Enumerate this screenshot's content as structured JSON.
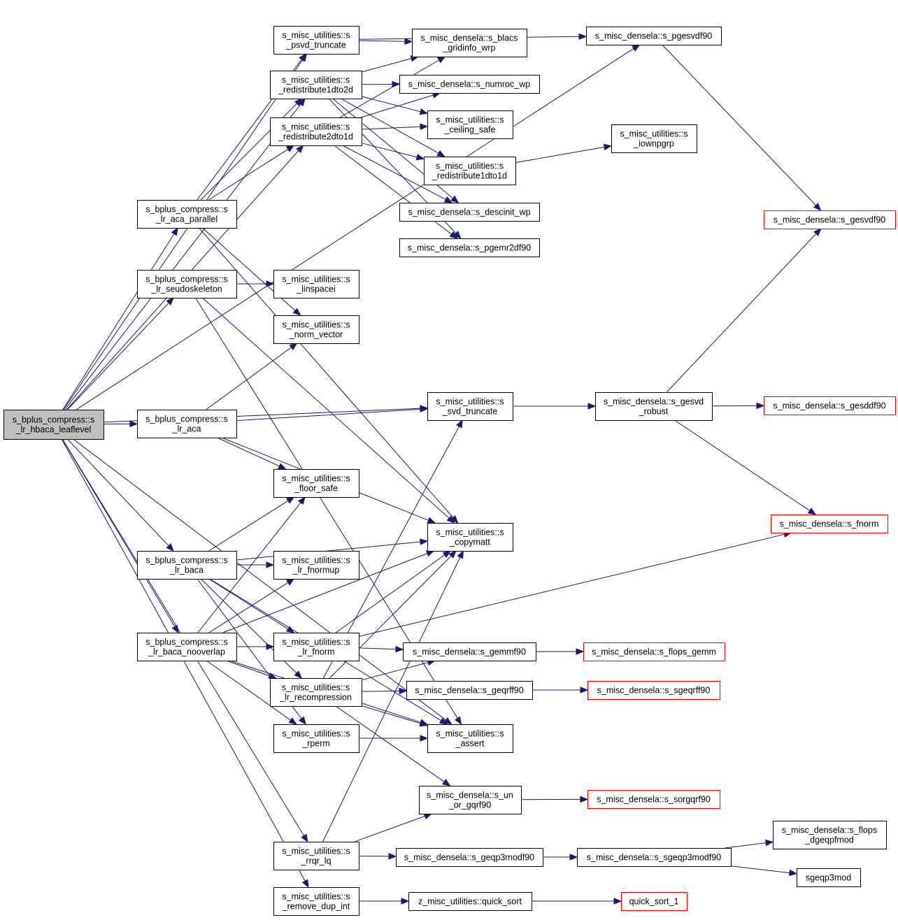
{
  "colors": {
    "edge": "#191970",
    "root_fill": "#bfbfbf",
    "truncated_border": "#ff0000",
    "node_border": "#000000"
  },
  "nodes": [
    {
      "id": "root",
      "lines": [
        "s_bplus_compress::s",
        "_lr_hbaca_leaflevel"
      ],
      "kind": "root"
    },
    {
      "id": "psvd",
      "lines": [
        "s_misc_utilities::s",
        "_psvd_truncate"
      ]
    },
    {
      "id": "r1d2d",
      "lines": [
        "s_misc_utilities::s",
        "_redistribute1dto2d"
      ]
    },
    {
      "id": "r2d1d",
      "lines": [
        "s_misc_utilities::s",
        "_redistribute2dto1d"
      ]
    },
    {
      "id": "lraca_par",
      "lines": [
        "s_bplus_compress::s",
        "_lr_aca_parallel"
      ]
    },
    {
      "id": "seudo",
      "lines": [
        "s_bplus_compress::s",
        "_lr_seudoskeleton"
      ]
    },
    {
      "id": "linsp",
      "lines": [
        "s_misc_utilities::s",
        "_linspacei"
      ]
    },
    {
      "id": "normv",
      "lines": [
        "s_misc_utilities::s",
        "_norm_vector"
      ]
    },
    {
      "id": "lraca",
      "lines": [
        "s_bplus_compress::s",
        "_lr_aca"
      ]
    },
    {
      "id": "floor",
      "lines": [
        "s_misc_utilities::s",
        "_floor_safe"
      ]
    },
    {
      "id": "lrbaca",
      "lines": [
        "s_bplus_compress::s",
        "_lr_baca"
      ]
    },
    {
      "id": "fnormup",
      "lines": [
        "s_misc_utilities::s",
        "_lr_fnormup"
      ]
    },
    {
      "id": "noover",
      "lines": [
        "s_bplus_compress::s",
        "_lr_baca_nooverlap"
      ]
    },
    {
      "id": "lrfnorm",
      "lines": [
        "s_misc_utilities::s",
        "_lr_fnorm"
      ]
    },
    {
      "id": "recomp",
      "lines": [
        "s_misc_utilities::s",
        "_lr_recompression"
      ]
    },
    {
      "id": "rperm",
      "lines": [
        "s_misc_utilities::s",
        "_rperm"
      ]
    },
    {
      "id": "rrqr",
      "lines": [
        "s_misc_utilities::s",
        "_rrqr_lq"
      ]
    },
    {
      "id": "dupint",
      "lines": [
        "s_misc_utilities::s",
        "_remove_dup_int"
      ]
    },
    {
      "id": "blacs",
      "lines": [
        "s_misc_densela::s_blacs",
        "_gridinfo_wrp"
      ]
    },
    {
      "id": "numroc",
      "lines": [
        "s_misc_densela::s_numroc_wp"
      ]
    },
    {
      "id": "ceil",
      "lines": [
        "s_misc_utilities::s",
        "_ceiling_safe"
      ]
    },
    {
      "id": "r1d1d",
      "lines": [
        "s_misc_utilities::s",
        "_redistribute1dto1d"
      ]
    },
    {
      "id": "descinit",
      "lines": [
        "s_misc_densela::s_descinit_wp"
      ]
    },
    {
      "id": "pgemr",
      "lines": [
        "s_misc_densela::s_pgemr2df90"
      ]
    },
    {
      "id": "svdtr",
      "lines": [
        "s_misc_utilities::s",
        "_svd_truncate"
      ]
    },
    {
      "id": "copym",
      "lines": [
        "s_misc_utilities::s",
        "_copymatt"
      ]
    },
    {
      "id": "gemm",
      "lines": [
        "s_misc_densela::s_gemmf90"
      ]
    },
    {
      "id": "geqrf",
      "lines": [
        "s_misc_densela::s_geqrff90"
      ]
    },
    {
      "id": "assert",
      "lines": [
        "s_misc_utilities::s",
        "_assert"
      ]
    },
    {
      "id": "unor",
      "lines": [
        "s_misc_densela::s_un",
        "_or_gqrf90"
      ]
    },
    {
      "id": "geqp3",
      "lines": [
        "s_misc_densela::s_geqp3modf90"
      ]
    },
    {
      "id": "qsort",
      "lines": [
        "z_misc_utilities::quick_sort"
      ]
    },
    {
      "id": "pgesvd",
      "lines": [
        "s_misc_densela::s_pgesvdf90"
      ]
    },
    {
      "id": "iown",
      "lines": [
        "s_misc_utilities::s",
        "_iownpgrp"
      ]
    },
    {
      "id": "gesvdr",
      "lines": [
        "s_misc_densela::s_gesvd",
        "_robust"
      ]
    },
    {
      "id": "flopsgemm",
      "lines": [
        "s_misc_densela::s_flops_gemm"
      ],
      "kind": "trunc"
    },
    {
      "id": "sgeqrf",
      "lines": [
        "s_misc_densela::s_sgeqrff90"
      ],
      "kind": "trunc"
    },
    {
      "id": "sorgqr",
      "lines": [
        "s_misc_densela::s_sorgqrf90"
      ],
      "kind": "trunc"
    },
    {
      "id": "sgeqp3",
      "lines": [
        "s_misc_densela::s_sgeqp3modf90"
      ]
    },
    {
      "id": "qsort1",
      "lines": [
        "quick_sort_1"
      ],
      "kind": "trunc"
    },
    {
      "id": "sgesvd",
      "lines": [
        "s_misc_densela::s_gesvdf90"
      ],
      "kind": "trunc"
    },
    {
      "id": "gesdd",
      "lines": [
        "s_misc_densela::s_gesddf90"
      ],
      "kind": "trunc"
    },
    {
      "id": "fnorm",
      "lines": [
        "s_misc_densela::s_fnorm"
      ],
      "kind": "trunc"
    },
    {
      "id": "flopsdg",
      "lines": [
        "s_misc_densela::s_flops",
        "_dgeqpfmod"
      ]
    },
    {
      "id": "sgeqp3mod",
      "lines": [
        "sgeqp3mod"
      ]
    }
  ],
  "edges": [
    [
      "root",
      "psvd"
    ],
    [
      "root",
      "r1d2d"
    ],
    [
      "root",
      "r2d1d"
    ],
    [
      "root",
      "lraca_par"
    ],
    [
      "root",
      "seudo"
    ],
    [
      "root",
      "lraca"
    ],
    [
      "root",
      "lrbaca"
    ],
    [
      "root",
      "noover"
    ],
    [
      "root",
      "rrqr"
    ],
    [
      "root",
      "dupint"
    ],
    [
      "root",
      "pgesvd"
    ],
    [
      "root",
      "svdtr"
    ],
    [
      "root",
      "assert"
    ],
    [
      "psvd",
      "blacs"
    ],
    [
      "psvd",
      "pgesvd"
    ],
    [
      "r1d2d",
      "blacs"
    ],
    [
      "r1d2d",
      "numroc"
    ],
    [
      "r1d2d",
      "ceil"
    ],
    [
      "r1d2d",
      "r1d1d"
    ],
    [
      "r1d2d",
      "descinit"
    ],
    [
      "r1d2d",
      "pgemr"
    ],
    [
      "r2d1d",
      "blacs"
    ],
    [
      "r2d1d",
      "numroc"
    ],
    [
      "r2d1d",
      "ceil"
    ],
    [
      "r2d1d",
      "r1d1d"
    ],
    [
      "r2d1d",
      "descinit"
    ],
    [
      "r2d1d",
      "pgemr"
    ],
    [
      "r1d1d",
      "iown"
    ],
    [
      "lraca_par",
      "psvd"
    ],
    [
      "lraca_par",
      "r1d2d"
    ],
    [
      "lraca_par",
      "r2d1d"
    ],
    [
      "lraca_par",
      "normv"
    ],
    [
      "lraca_par",
      "copym"
    ],
    [
      "seudo",
      "linsp"
    ],
    [
      "seudo",
      "copym"
    ],
    [
      "seudo",
      "assert"
    ],
    [
      "lraca",
      "normv"
    ],
    [
      "lraca",
      "svdtr"
    ],
    [
      "lraca",
      "floor"
    ],
    [
      "lraca",
      "copym"
    ],
    [
      "lrbaca",
      "floor"
    ],
    [
      "lrbaca",
      "fnormup"
    ],
    [
      "lrbaca",
      "copym"
    ],
    [
      "lrbaca",
      "lrfnorm"
    ],
    [
      "lrbaca",
      "recomp"
    ],
    [
      "lrbaca",
      "rperm"
    ],
    [
      "lrbaca",
      "assert"
    ],
    [
      "noover",
      "floor"
    ],
    [
      "noover",
      "fnormup"
    ],
    [
      "noover",
      "copym"
    ],
    [
      "noover",
      "lrfnorm"
    ],
    [
      "noover",
      "recomp"
    ],
    [
      "noover",
      "rperm"
    ],
    [
      "noover",
      "assert"
    ],
    [
      "lrfnorm",
      "copym"
    ],
    [
      "lrfnorm",
      "gemm"
    ],
    [
      "lrfnorm",
      "fnorm"
    ],
    [
      "recomp",
      "copym"
    ],
    [
      "recomp",
      "gemm"
    ],
    [
      "recomp",
      "geqrf"
    ],
    [
      "recomp",
      "assert"
    ],
    [
      "recomp",
      "unor"
    ],
    [
      "recomp",
      "svdtr"
    ],
    [
      "rperm",
      "assert"
    ],
    [
      "rrqr",
      "geqp3"
    ],
    [
      "rrqr",
      "unor"
    ],
    [
      "rrqr",
      "copym"
    ],
    [
      "dupint",
      "qsort"
    ],
    [
      "svdtr",
      "gesvdr"
    ],
    [
      "gesvdr",
      "sgesvd"
    ],
    [
      "gesvdr",
      "gesdd"
    ],
    [
      "gesvdr",
      "fnorm"
    ],
    [
      "pgesvd",
      "sgesvd"
    ],
    [
      "gemm",
      "flopsgemm"
    ],
    [
      "geqrf",
      "sgeqrf"
    ],
    [
      "unor",
      "sorgqr"
    ],
    [
      "geqp3",
      "sgeqp3"
    ],
    [
      "sgeqp3",
      "flopsdg"
    ],
    [
      "sgeqp3",
      "sgeqp3mod"
    ],
    [
      "qsort",
      "qsort1"
    ]
  ]
}
